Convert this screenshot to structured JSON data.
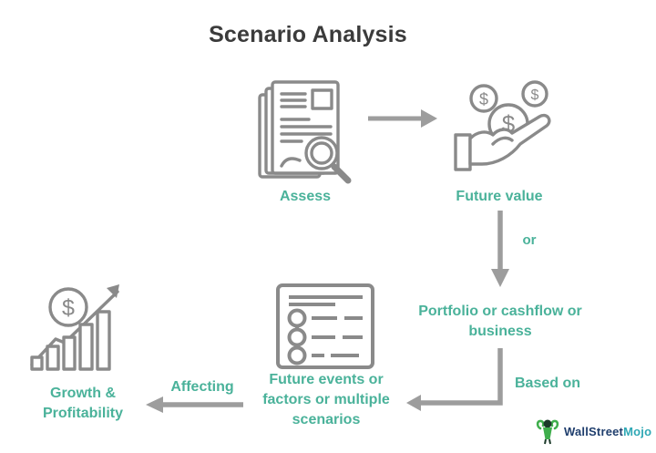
{
  "title": "Scenario Analysis",
  "colors": {
    "teal": "#4ab29a",
    "icon_gray": "#8a8a8a",
    "arrow_gray": "#9d9d9d",
    "title_color": "#3b3b3b",
    "logo_navy": "#1f3e6d",
    "logo_teal": "#2fa8b5",
    "logo_green": "#3fae4c"
  },
  "icons": {
    "dollar": "$"
  },
  "nodes": {
    "assess": {
      "label": "Assess",
      "icon": "documents-magnifier-icon"
    },
    "future_value": {
      "label": "Future value",
      "icon": "hand-coins-icon"
    },
    "portfolio": {
      "label": "Portfolio or cashflow or business"
    },
    "future_events": {
      "label": "Future events or factors or multiple scenarios",
      "icon": "checklist-icon"
    },
    "growth": {
      "label": "Growth & Profitability",
      "icon": "growth-chart-icon"
    }
  },
  "connector_labels": {
    "or": "or",
    "based_on": "Based on",
    "affecting": "Affecting"
  },
  "logo": {
    "text_primary": "WallStreet",
    "text_secondary": "Mojo"
  }
}
